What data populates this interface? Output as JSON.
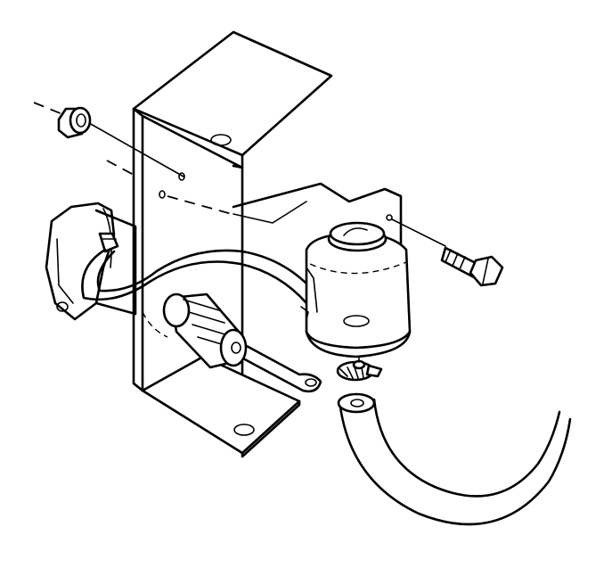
{
  "diagram": {
    "kind": "exploded-assembly-line-drawing",
    "colors": {
      "line": "#000000",
      "background": "#ffffff"
    },
    "parts": [
      "nut",
      "mounting-bracket",
      "pump-motor",
      "hose",
      "fuel-filter",
      "fuel-filter-cap",
      "bolt",
      "damper",
      "damper-rod",
      "hose-clamp",
      "lower-hose"
    ]
  }
}
